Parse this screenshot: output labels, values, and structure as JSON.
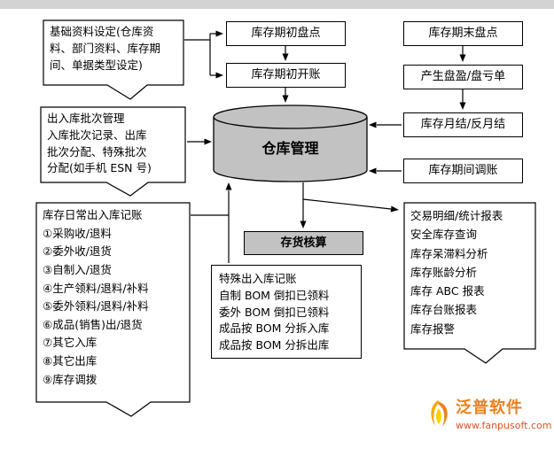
{
  "diagram": {
    "nodes": {
      "basic_setup": {
        "text": "基础资料设定(仓库资\n料、部门资料、库存期\n间、单据类型设定)"
      },
      "opening_count": {
        "text": "库存期初盘点"
      },
      "opening_entry": {
        "text": "库存期初开账"
      },
      "ending_count": {
        "text": "库存期末盘点"
      },
      "surplus_deficit": {
        "text": "产生盘盈/盘亏单"
      },
      "monthly_close": {
        "text": "库存月结/反月结"
      },
      "period_adjust": {
        "text": "库存期间调账"
      },
      "warehouse_mgmt": {
        "text": "仓库管理"
      },
      "batch_mgmt": {
        "text": "出入库批次管理\n入库批次记录、出库\n批次分配、特殊批次\n分配(如手机 ESN 号)"
      },
      "daily_ledger": {
        "text": "库存日常出入库记账\n①采购收/退料\n②委外收/退货\n③自制入/退货\n④生产领料/退料/补料\n⑤委外领料/退料/补料\n⑥成品(销售)出/退货\n⑦其它入库\n⑧其它出库\n⑨库存调拨"
      },
      "inventory_accounting": {
        "text": "存货核算"
      },
      "special_ledger": {
        "text": "特殊出入库记账\n自制 BOM 倒扣已领料\n委外 BOM 倒扣已领料\n成品按 BOM 分拆入库\n成品按 BOM 分拆出库"
      },
      "reports": {
        "text": "交易明细/统计报表\n安全库存查询\n库存呆滞料分析\n库存账龄分析\n库存 ABC 报表\n库存台账报表\n库存报警"
      }
    },
    "colors": {
      "node_fill": "#ffffff",
      "cylinder_fill": "#c2c2c2",
      "accounting_fill": "#c2c2c2",
      "border": "#000000"
    }
  },
  "logo": {
    "icon": "fanpu-flame-icon",
    "name": "泛普软件",
    "url": "www.fanpusoft.com",
    "name_color": "#ee7f1b",
    "url_color": "#e0512a"
  }
}
